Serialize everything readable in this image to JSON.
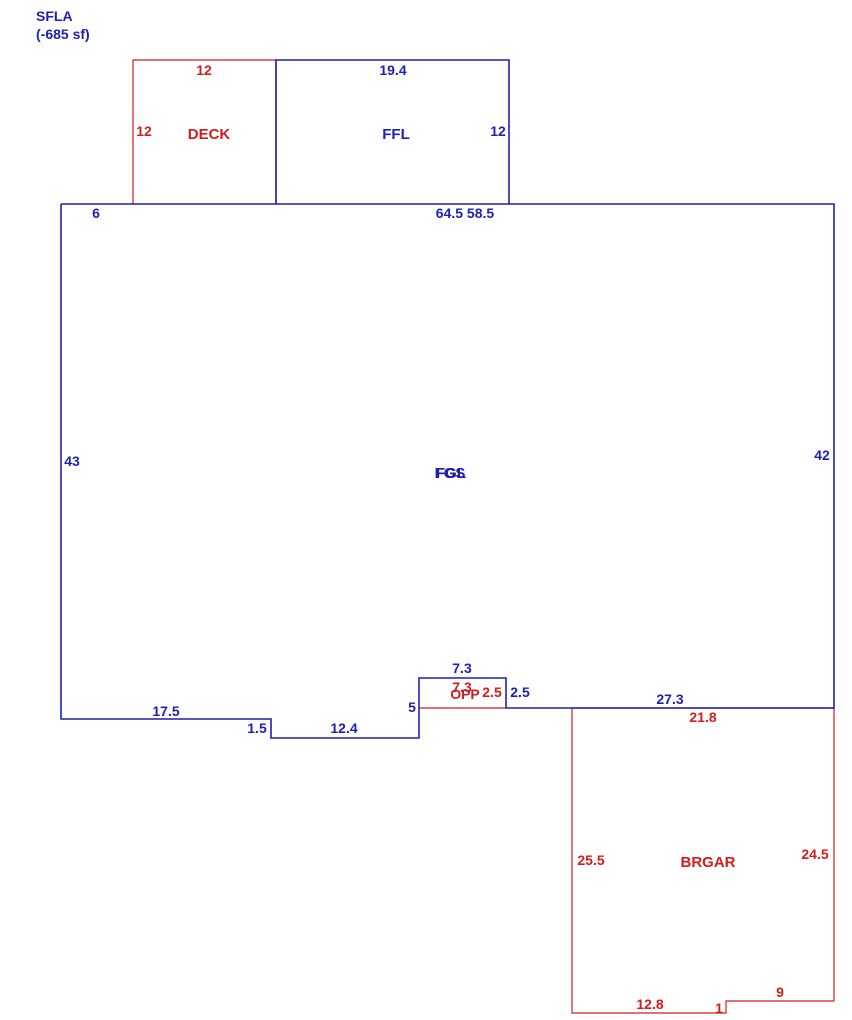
{
  "header": {
    "title": "SFLA",
    "subtitle": "(-685 sf)"
  },
  "colors": {
    "living": "#1f1fb4",
    "other": "#d11d1d"
  },
  "areas": {
    "deck": {
      "name": "DECK",
      "top": "12",
      "left": "12"
    },
    "ffl": {
      "name": "FFL",
      "top": "19.4",
      "right": "12"
    },
    "fgs": {
      "name_1": "FGS",
      "name_2": "FGL"
    },
    "opp": {
      "name": "OPP",
      "top": "7.3",
      "right": "2.5"
    },
    "brgar": {
      "name": "BRGAR",
      "top": "21.8",
      "left": "25.5",
      "right": "24.5",
      "bottom_1": "12.8",
      "bottom_2": "1",
      "bottom_3": "9"
    }
  },
  "main_dims": {
    "top_left": "6",
    "top_mid": "64.5 58.5",
    "left": "43",
    "right": "42",
    "bottom_left": "17.5",
    "step": "1.5",
    "bottom_mid": "12.4",
    "notch_left": "5",
    "notch_top": "7.3",
    "notch_right": "2.5",
    "bottom_right": "27.3"
  }
}
